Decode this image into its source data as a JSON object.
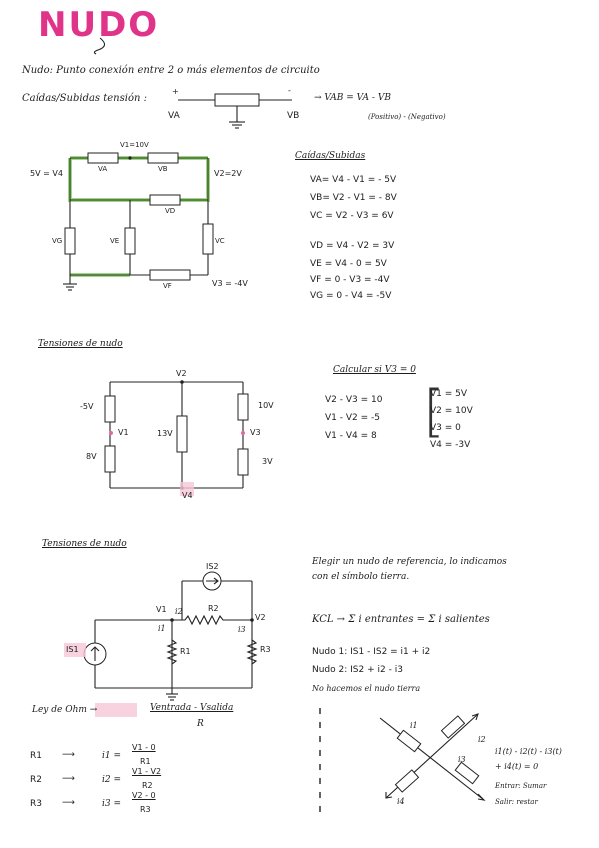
{
  "title": "NUDO",
  "definition": "Nudo: Punto conexión entre 2 o más elementos de circuito",
  "caidas_subidas_heading": "Caídas/Subidas tensión :",
  "top_circuit": {
    "va": "VA",
    "vb": "VB",
    "plus": "+",
    "minus": "-"
  },
  "vab_formula": "→ VAB = VA - VB",
  "positivo_negativo": "(Positivo) - (Negativo)",
  "circuit1": {
    "v1": "V1=10V",
    "v4_label": "5V = V4",
    "v2_label": "V2=2V",
    "v3_label": "V3 = -4V",
    "va": "VA",
    "vb": "VB",
    "vd": "VD",
    "vc": "VC",
    "ve": "VE",
    "vf": "VF",
    "vg": "VG"
  },
  "caidas_heading": "Caídas/Subidas",
  "caidas_eqs": [
    "VA= V4 - V1 = - 5V",
    "VB= V2 - V1 = - 8V",
    "VC = V2 - V3 = 6V",
    "VD = V4 - V2 = 3V",
    "VE = V4 - 0 = 5V",
    "VF = 0 - V3 = -4V",
    "VG = 0 - V4 = -5V"
  ],
  "tensiones_heading_1": "Tensiones de nudo",
  "circuit2": {
    "v2": "V2",
    "v1": "V1",
    "v3": "V3",
    "v4": "V4",
    "m5v": "-5V",
    "p8v": "8V",
    "p13v": "13V",
    "p10v": "10V",
    "p3v": "3V"
  },
  "calcular_heading": "Calcular si V3 = 0",
  "calcular_eqs": [
    "V2 - V3 = 10",
    "V1 - V2 = -5",
    "V1 - V4 = 8"
  ],
  "calcular_results": [
    "V1 = 5V",
    "V2 = 10V",
    "V3 = 0",
    "V4 = -3V"
  ],
  "tensiones_heading_2": "Tensiones de nudo",
  "circuit3": {
    "is2": "IS2",
    "is1": "IS1",
    "v1": "V1",
    "v2": "V2",
    "i1": "i1",
    "i2": "i2",
    "i3": "i3",
    "r1": "R1",
    "r2": "R2",
    "r3": "R3"
  },
  "elegir_text": [
    "Elegir un nudo de referencia, lo indicamos",
    "con el símbolo tierra."
  ],
  "kcl_formula": "KCL → Σ i entrantes = Σ i salientes",
  "nudo1_eq": "Nudo 1: IS1 - IS2 = i1 + i2",
  "nudo2_eq": "Nudo 2: IS2 + i2 - i3",
  "no_tierra": "No hacemos el nudo tierra",
  "ley_ohm": {
    "label": "Ley de Ohm →",
    "num": "Ventrada - Vsalida",
    "den": "R"
  },
  "ohm_rows": [
    {
      "r": "R1",
      "i": "i1 =",
      "num": "V1 - 0",
      "den": "R1"
    },
    {
      "r": "R2",
      "i": "i2 =",
      "num": "V1 - V2",
      "den": "R2"
    },
    {
      "r": "R3",
      "i": "i3 =",
      "num": "V2 - 0",
      "den": "R3"
    }
  ],
  "cross_labels": {
    "i1": "i1",
    "i2": "i2",
    "i3": "i3",
    "i4": "i4"
  },
  "cross_eq": [
    "i1(t) - i2(t) - i3(t)",
    "+ i4(t) = 0",
    "Entrar: Sumar",
    "Salir: restar"
  ]
}
